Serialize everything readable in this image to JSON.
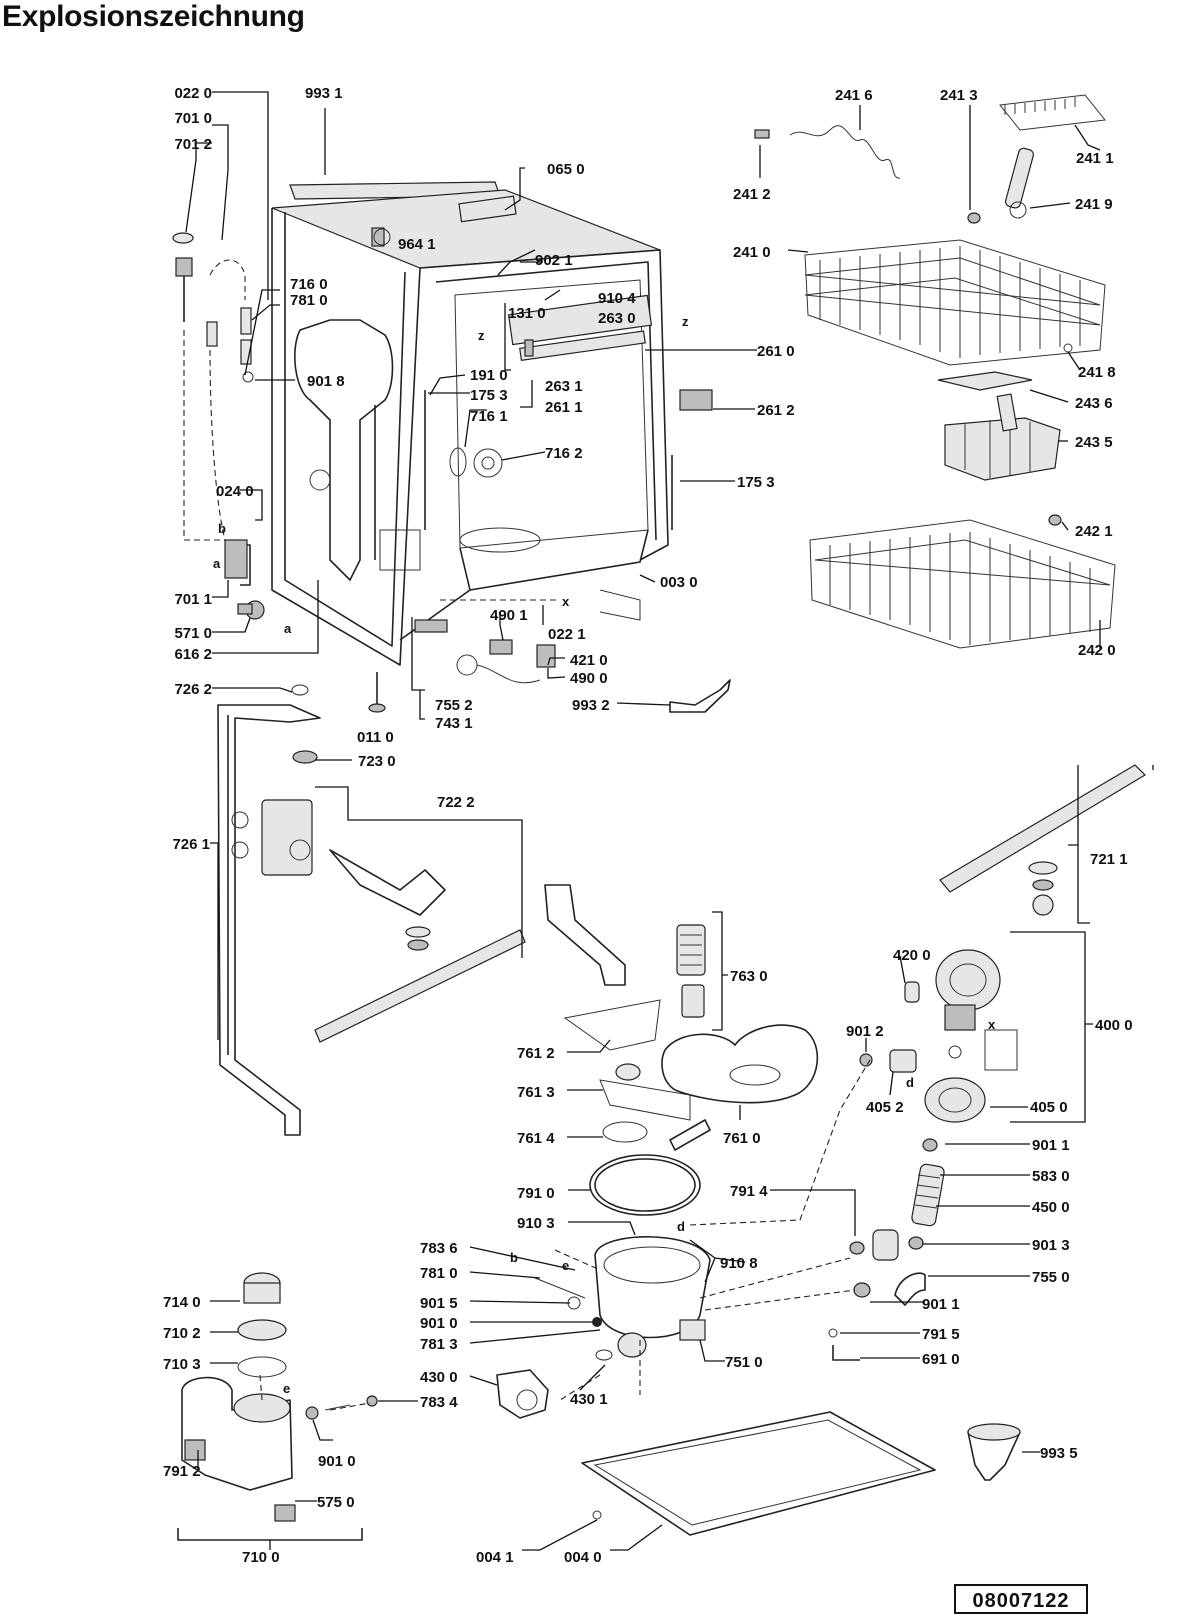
{
  "title": "Explosionszeichnung",
  "drawing_number": "08007122",
  "part_labels": [
    "022 0",
    "701 0",
    "701 2",
    "993 1",
    "065 0",
    "964 1",
    "902 1",
    "716 0",
    "781 0",
    "131 0",
    "910 4",
    "263 0",
    "901 8",
    "261 0",
    "191 0",
    "175 3",
    "716 1",
    "263 1",
    "261 1",
    "261 2",
    "716 2",
    "175 3",
    "024 0",
    "003 0",
    "490 1",
    "022 1",
    "701 1",
    "571 0",
    "616 2",
    "421 0",
    "490 0",
    "726 2",
    "755 2",
    "993 2",
    "011 0",
    "743 1",
    "723 0",
    "722 2",
    "726 1",
    "241 6",
    "241 3",
    "241 1",
    "241 2",
    "241 9",
    "241 0",
    "241 8",
    "243 6",
    "243 5",
    "242 1",
    "242 0",
    "721 1",
    "420 0",
    "763 0",
    "400 0",
    "901 2",
    "761 2",
    "761 3",
    "405 2",
    "405 0",
    "761 4",
    "761 0",
    "901 1",
    "583 0",
    "791 0",
    "791 4",
    "450 0",
    "910 3",
    "901 3",
    "783 6",
    "910 8",
    "781 0",
    "755 0",
    "714 0",
    "901 5",
    "901 1",
    "710 2",
    "901 0",
    "791 5",
    "781 3",
    "751 0",
    "691 0",
    "710 3",
    "430 0",
    "430 1",
    "783 4",
    "901 0",
    "993 5",
    "791 2",
    "575 0",
    "710 0",
    "004 1",
    "004 0"
  ],
  "marker_letters": [
    "b",
    "a",
    "a",
    "z",
    "z",
    "x",
    "d",
    "x",
    "d",
    "b",
    "e",
    "e"
  ]
}
